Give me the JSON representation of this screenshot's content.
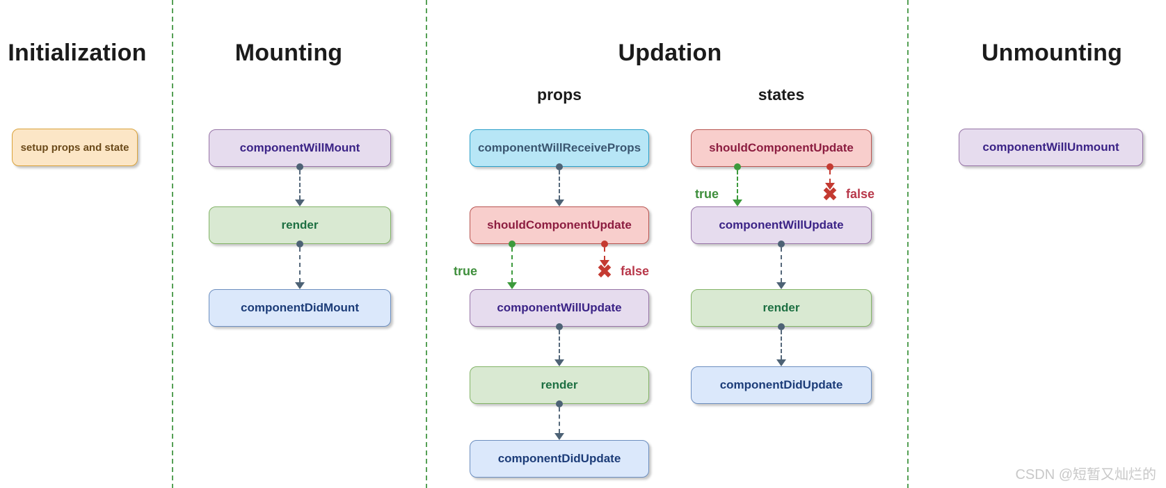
{
  "diagram": {
    "watermark": "CSDN @短暂又灿烂的",
    "columns": [
      {
        "title": "Initialization",
        "boxes": [
          {
            "label": "setup props and state",
            "color": "orange"
          }
        ]
      },
      {
        "title": "Mounting",
        "boxes": [
          {
            "label": "componentWillMount",
            "color": "purple"
          },
          {
            "label": "render",
            "color": "green"
          },
          {
            "label": "componentDidMount",
            "color": "blue"
          }
        ]
      },
      {
        "title": "Updation",
        "subcolumns": [
          {
            "title": "props",
            "boxes": [
              {
                "label": "componentWillReceiveProps",
                "color": "cyan"
              },
              {
                "label": "shouldComponentUpdate",
                "color": "red"
              },
              {
                "label": "componentWillUpdate",
                "color": "purple"
              },
              {
                "label": "render",
                "color": "green"
              },
              {
                "label": "componentDidUpdate",
                "color": "blue"
              }
            ],
            "branch": {
              "true_label": "true",
              "false_label": "false",
              "false_icon": "✖"
            }
          },
          {
            "title": "states",
            "boxes": [
              {
                "label": "shouldComponentUpdate",
                "color": "red"
              },
              {
                "label": "componentWillUpdate",
                "color": "purple"
              },
              {
                "label": "render",
                "color": "green"
              },
              {
                "label": "componentDidUpdate",
                "color": "blue"
              }
            ],
            "branch": {
              "true_label": "true",
              "false_label": "false",
              "false_icon": "✖"
            }
          }
        ]
      },
      {
        "title": "Unmounting",
        "boxes": [
          {
            "label": "componentWillUnmount",
            "color": "purple"
          }
        ]
      }
    ],
    "colors": {
      "orange_fill": "#fce6c6",
      "orange_border": "#d9a23a",
      "orange_text": "#6b4a1a",
      "purple_fill": "#e6dcee",
      "purple_border": "#9673a6",
      "purple_text": "#3b2386",
      "green_fill": "#d9e9d2",
      "green_border": "#82b366",
      "green_text": "#1d6f42",
      "blue_fill": "#dbe8fb",
      "blue_border": "#6c8ebf",
      "blue_text": "#1c3c78",
      "cyan_fill": "#b7e6f6",
      "cyan_border": "#2a9fc9",
      "cyan_text": "#3a5670",
      "red_fill": "#f8cecc",
      "red_border": "#b85450",
      "red_text": "#8c1d40",
      "divider_green": "#55a055",
      "connector_gray": "#54677a",
      "true_green": "#3f8f3c",
      "false_red": "#c43a31"
    }
  }
}
